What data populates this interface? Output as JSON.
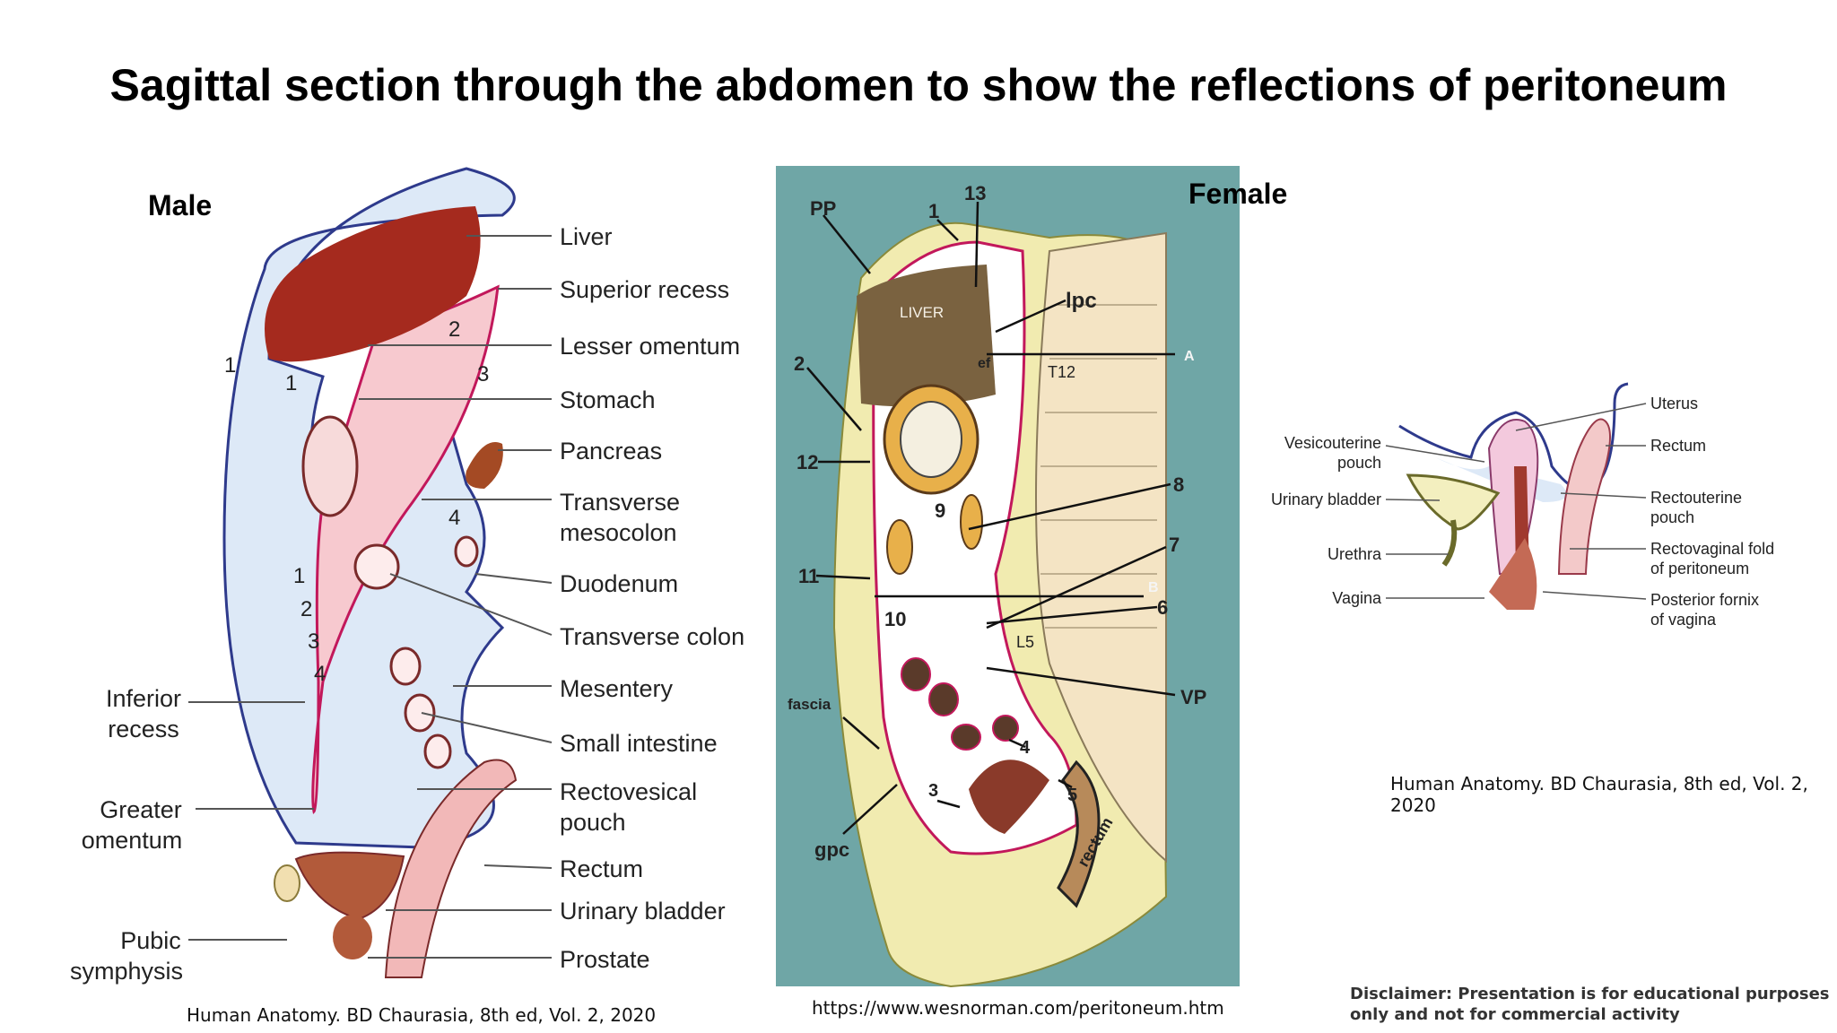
{
  "title": "Sagittal section through the abdomen to show the reflections of peritoneum",
  "male": {
    "heading": "Male",
    "labels_right": [
      "Liver",
      "Superior recess",
      "Lesser omentum",
      "Stomach",
      "Pancreas",
      "Transverse",
      "mesocolon",
      "Duodenum",
      "Transverse colon",
      "Mesentery",
      "Small intestine",
      "Rectovesical",
      "pouch",
      "Rectum",
      "Urinary bladder",
      "Prostate"
    ],
    "labels_left": [
      "Inferior",
      "recess",
      "Greater",
      "omentum",
      "Pubic",
      "symphysis"
    ],
    "layer_numbers": [
      "1",
      "1",
      "2",
      "3",
      "4",
      "1",
      "2",
      "3",
      "4"
    ],
    "caption": "Human Anatomy. BD Chaurasia, 8th ed, Vol. 2, 2020"
  },
  "female_central": {
    "heading": "Female",
    "labels": [
      "PP",
      "1",
      "13",
      "lpc",
      "LIVER",
      "ef",
      "T12",
      "A",
      "2",
      "12",
      "8",
      "9",
      "7",
      "11",
      "B",
      "6",
      "10",
      "L5",
      "VP",
      "fascia",
      "4",
      "3",
      "5",
      "rectum",
      "gpc"
    ],
    "caption": "https://www.wesnorman.com/peritoneum.htm"
  },
  "female_pelvis": {
    "labels_left": [
      "Vesicouterine",
      "pouch",
      "Urinary bladder",
      "Urethra",
      "Vagina"
    ],
    "labels_right": [
      "Uterus",
      "Rectum",
      "Rectouterine",
      "pouch",
      "Rectovaginal fold",
      "of peritoneum",
      "Posterior fornix",
      "of vagina"
    ],
    "caption": "Human Anatomy. BD Chaurasia, 8th ed, Vol. 2, 2020"
  },
  "disclaimer": [
    "Disclaimer: Presentation is for educational purposes",
    "only and not for commercial activity"
  ],
  "colors": {
    "peritoneum_blue": "#dde9f7",
    "peritoneum_line": "#2e3a8c",
    "omental_pink": "#f7c9cf",
    "liver": "#a52a1e",
    "panel_bg": "#6fa6a6"
  }
}
